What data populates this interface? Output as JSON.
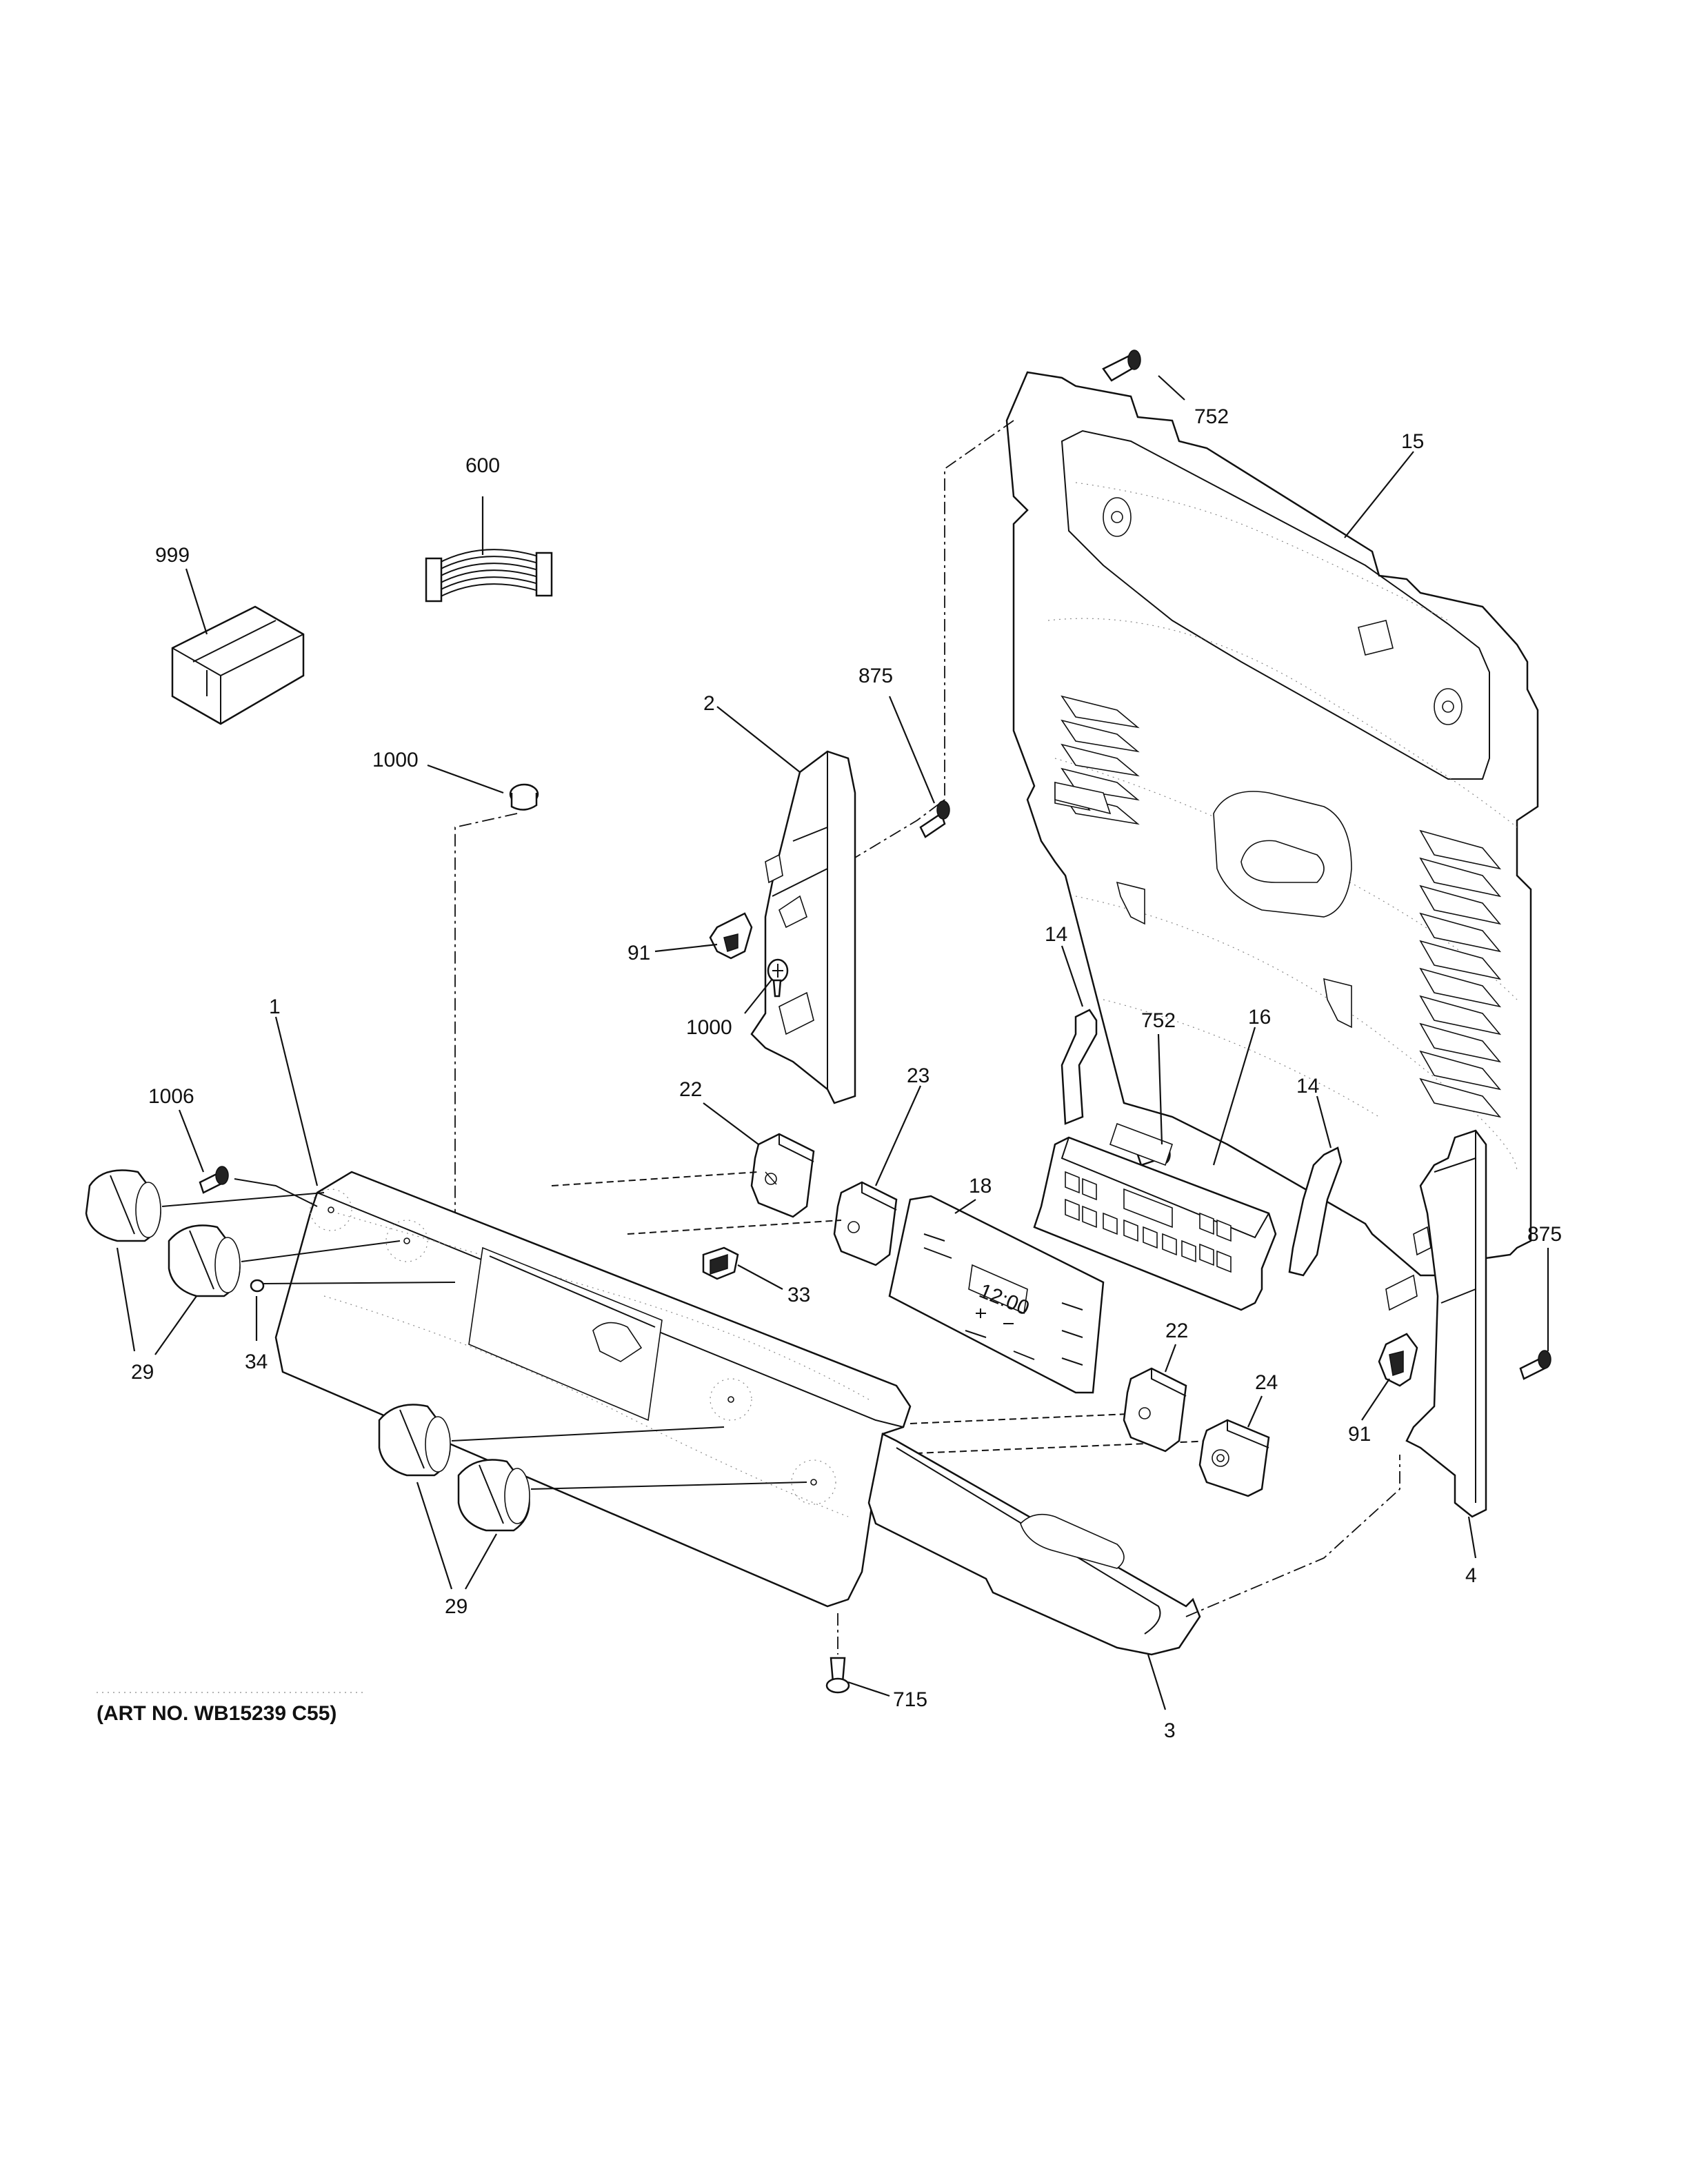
{
  "diagram": {
    "art_number": "(ART NO. WB15239 C55)",
    "display_clock": "12:00",
    "callouts": [
      {
        "id": "c-752-top",
        "text": "752"
      },
      {
        "id": "c-15",
        "text": "15"
      },
      {
        "id": "c-600",
        "text": "600"
      },
      {
        "id": "c-999",
        "text": "999"
      },
      {
        "id": "c-875-left",
        "text": "875"
      },
      {
        "id": "c-2",
        "text": "2"
      },
      {
        "id": "c-1000-top",
        "text": "1000"
      },
      {
        "id": "c-91-left",
        "text": "91"
      },
      {
        "id": "c-1000-mid",
        "text": "1000"
      },
      {
        "id": "c-14-left",
        "text": "14"
      },
      {
        "id": "c-752-mid",
        "text": "752"
      },
      {
        "id": "c-16",
        "text": "16"
      },
      {
        "id": "c-14-right",
        "text": "14"
      },
      {
        "id": "c-1",
        "text": "1"
      },
      {
        "id": "c-1006",
        "text": "1006"
      },
      {
        "id": "c-22-top",
        "text": "22"
      },
      {
        "id": "c-23",
        "text": "23"
      },
      {
        "id": "c-18",
        "text": "18"
      },
      {
        "id": "c-875-right",
        "text": "875"
      },
      {
        "id": "c-33",
        "text": "33"
      },
      {
        "id": "c-29-left",
        "text": "29"
      },
      {
        "id": "c-34",
        "text": "34"
      },
      {
        "id": "c-22-bottom",
        "text": "22"
      },
      {
        "id": "c-24",
        "text": "24"
      },
      {
        "id": "c-91-right",
        "text": "91"
      },
      {
        "id": "c-4",
        "text": "4"
      },
      {
        "id": "c-29-bottom",
        "text": "29"
      },
      {
        "id": "c-715",
        "text": "715"
      },
      {
        "id": "c-3",
        "text": "3"
      }
    ]
  }
}
